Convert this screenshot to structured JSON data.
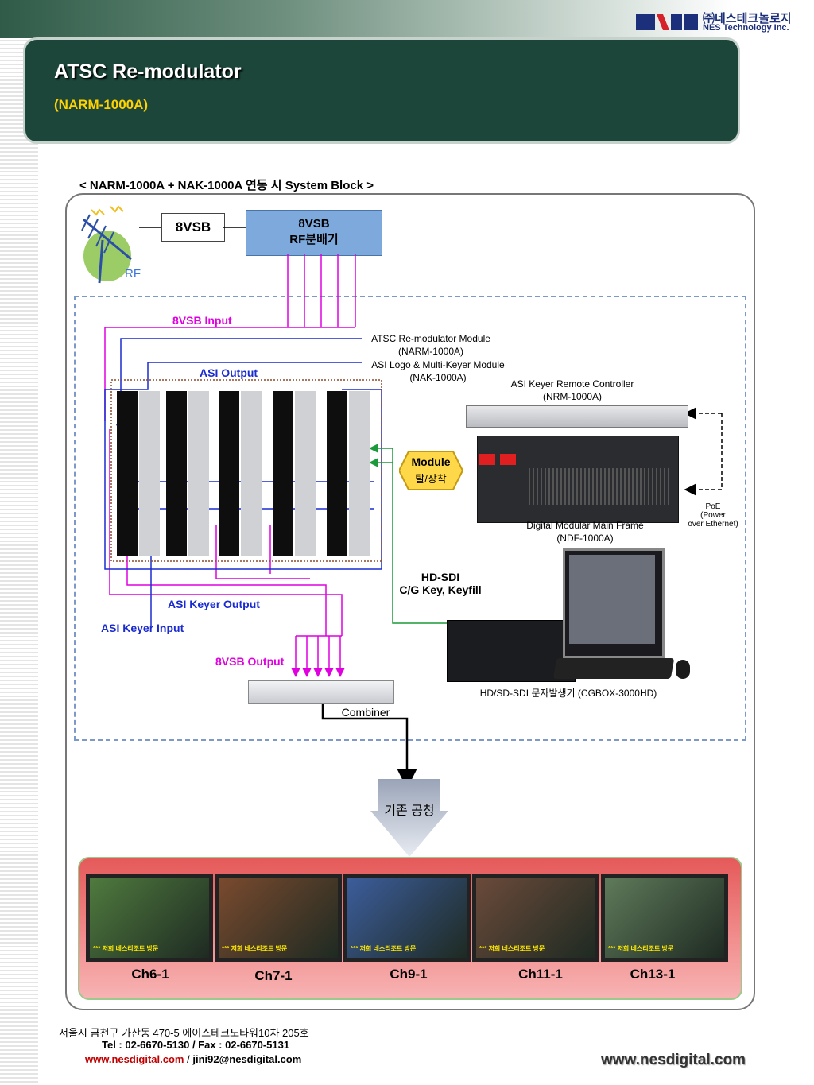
{
  "header": {
    "title": "ATSC Re-modulator",
    "subtitle": "(NARM-1000A)",
    "logo_ko": "㈜네스테크놀로지",
    "logo_en": "NES Technology Inc."
  },
  "diagram": {
    "block_title": "< NARM-1000A + NAK-1000A 연동 시  System Block >",
    "box_8vsb": "8VSB",
    "splitter_line1": "8VSB",
    "splitter_line2": "RF분배기",
    "rf": "RF",
    "input_8vsb": "8VSB Input",
    "asi_output": "ASI Output",
    "module_line1": "ATSC Re-modulator Module",
    "module_line2": "(NARM-1000A)",
    "keyer_line1": "ASI Logo & Multi-Keyer Module",
    "keyer_line2": "(NAK-1000A)",
    "remote_line1": "ASI Keyer Remote Controller",
    "remote_line2": "(NRM-1000A)",
    "module_tag_line1": "Module",
    "module_tag_line2": "탈/장착",
    "frame_line1": "Digital Modular Main Frame",
    "frame_line2": "(NDF-1000A)",
    "poe_line1": "PoE",
    "poe_line2": "(Power",
    "poe_line3": "over Ethernet)",
    "hdsdi_line1": "HD-SDI",
    "hdsdi_line2": "C/G Key, Keyfill",
    "keyer_output": "ASI Keyer Output",
    "keyer_input": "ASI Keyer Input",
    "output_8vsb": "8VSB Output",
    "cg_box": "HD/SD-SDI 문자발생기 (CGBOX-3000HD)",
    "combiner": "Combiner",
    "existing": "기존 공청"
  },
  "channels": [
    {
      "label": "Ch6-1",
      "caption": "*** 저희 네스리조트 방문",
      "bg": "#4f7a3e"
    },
    {
      "label": "Ch7-1",
      "caption": "*** 저희 네스리조트 방문",
      "bg": "#7a4a2e"
    },
    {
      "label": "Ch9-1",
      "caption": "*** 저희 네스리조트 방문",
      "bg": "#3c5d9c"
    },
    {
      "label": "Ch11-1",
      "caption": "*** 저희 네스리조트 방문",
      "bg": "#6b4a3a"
    },
    {
      "label": "Ch13-1",
      "caption": "*** 저희 네스리조트 방문",
      "bg": "#5f7a5a"
    }
  ],
  "footer": {
    "address": "서울시 금천구 가산동 470-5 에이스테크노타워10차 205호",
    "tel": "Tel : 02-6670-5130 / Fax : 02-6670-5131",
    "website": "www.nesdigital.com",
    "separator": "/",
    "email": "jini92@nesdigital.com",
    "website_large": "www.nesdigital.com"
  },
  "colors": {
    "banner": "#1c463a",
    "magenta_line": "#e000e0",
    "blue_line": "#1a2bd0",
    "green_line": "#1a9a3a"
  }
}
